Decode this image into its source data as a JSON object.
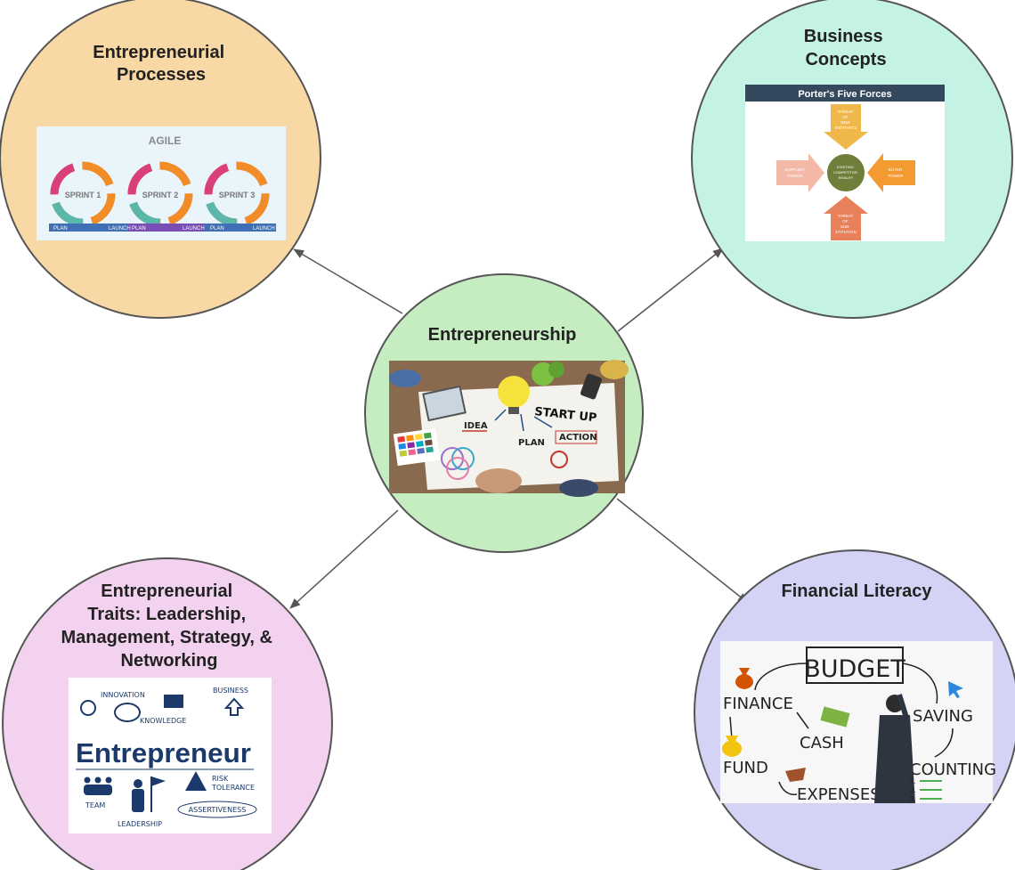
{
  "colors": {
    "processes": "#f8d8a5",
    "concepts": "#c4f2e4",
    "center": "#c6ecc2",
    "traits": "#f3d2ef",
    "literacy": "#d4d3f6",
    "stroke": "#555555",
    "arrow": "#555555"
  },
  "diagram": {
    "center": {
      "title": "Entrepreneurship"
    },
    "processes": {
      "title_lines": [
        "Entrepreneurial",
        "Processes"
      ]
    },
    "concepts": {
      "title_lines": [
        "Business",
        "Concepts"
      ]
    },
    "traits": {
      "title_lines": [
        "Entrepreneurial",
        "Traits: Leadership,",
        "Management, Strategy, &",
        "Networking"
      ]
    },
    "literacy": {
      "title_lines": [
        "Financial Literacy"
      ]
    }
  },
  "images": {
    "agile": {
      "heading": "AGILE",
      "sprints": [
        "SPRINT 1",
        "SPRINT 2",
        "SPRINT 3"
      ],
      "bar_labels": [
        "PLAN",
        "LAUNCH"
      ]
    },
    "porter": {
      "heading": "Porter's Five Forces",
      "top": [
        "THREAT",
        "OF",
        "NEW",
        "ENTRANTS"
      ],
      "left": [
        "SUPPLIER",
        "POWER"
      ],
      "right": [
        "BUYER",
        "POWER"
      ],
      "bottom": [
        "THREAT",
        "OF",
        "SUB-",
        "STITUTION"
      ],
      "center": [
        "EXISTING",
        "COMPETITOR",
        "RIVALRY"
      ]
    },
    "startup": {
      "words": [
        "START UP",
        "IDEA",
        "PLAN",
        "ACTION"
      ]
    },
    "traits": {
      "main": "Entrepreneur",
      "words": [
        "INNOVATION",
        "KNOWLEDGE",
        "BUSINESS",
        "TEAM",
        "LEADERSHIP",
        "RISK",
        "TOLERANCE",
        "ASSERTIVENESS"
      ]
    },
    "finance": {
      "words": [
        "BUDGET",
        "FINANCE",
        "SAVING",
        "CASH",
        "FUND",
        "EXPENSES",
        "COUNTING"
      ],
      "list": [
        "1.",
        "2.",
        "3."
      ]
    }
  }
}
